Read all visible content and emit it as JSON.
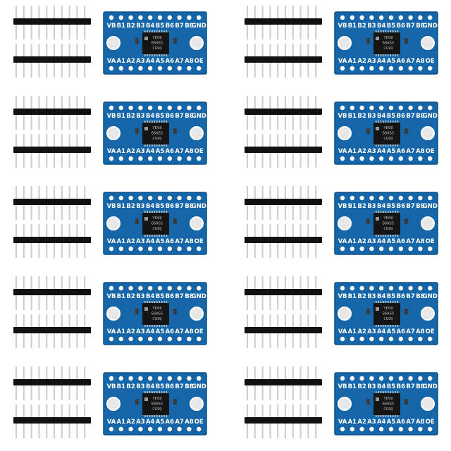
{
  "scene": {
    "description_kind": "product photo",
    "background_color": "#ffffff",
    "columns": 2,
    "rows": 5,
    "module_count": 10
  },
  "module": {
    "board_color": "#1466a8",
    "board_edge_color": "#0d4f86",
    "chip_color": "#151515",
    "pin_header_color": "#111111",
    "pin_metal_color": "#cfcfcf",
    "top_labels": [
      "VB",
      "B1",
      "B2",
      "B3",
      "B4",
      "B5",
      "B6",
      "B7",
      "B8",
      "GND"
    ],
    "bottom_labels": [
      "VA",
      "A1",
      "A2",
      "A3",
      "A4",
      "A5",
      "A6",
      "A7",
      "A8",
      "OE"
    ],
    "chip_marking": [
      "YE08",
      "66K65",
      "CG9Q"
    ]
  }
}
